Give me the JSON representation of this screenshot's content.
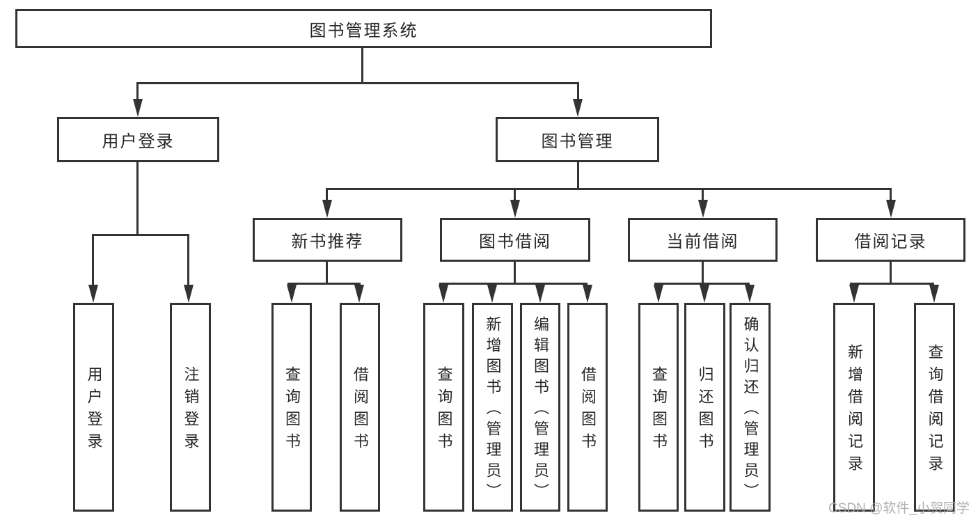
{
  "diagram": {
    "root": {
      "label": "图书管理系统"
    },
    "branches": [
      {
        "label": "用户登录",
        "children": [
          {
            "label": "用户登录"
          },
          {
            "label": "注销登录"
          }
        ]
      },
      {
        "label": "图书管理",
        "children": [
          {
            "label": "新书推荐",
            "children": [
              {
                "label": "查询图书"
              },
              {
                "label": "借阅图书"
              }
            ]
          },
          {
            "label": "图书借阅",
            "children": [
              {
                "label": "查询图书"
              },
              {
                "label": "新增图书（管理员）"
              },
              {
                "label": "编辑图书（管理员）"
              },
              {
                "label": "借阅图书"
              }
            ]
          },
          {
            "label": "当前借阅",
            "children": [
              {
                "label": "查询图书"
              },
              {
                "label": "归还图书"
              },
              {
                "label": "确认归还（管理员）"
              }
            ]
          },
          {
            "label": "借阅记录",
            "children": [
              {
                "label": "新增借阅记录"
              },
              {
                "label": "查询借阅记录"
              }
            ]
          }
        ]
      }
    ]
  },
  "watermark": "CSDN @软件_小贺同学",
  "colors": {
    "line": "#333333",
    "text": "#262626",
    "background": "#ffffff",
    "watermark": "#a8a8a8"
  }
}
